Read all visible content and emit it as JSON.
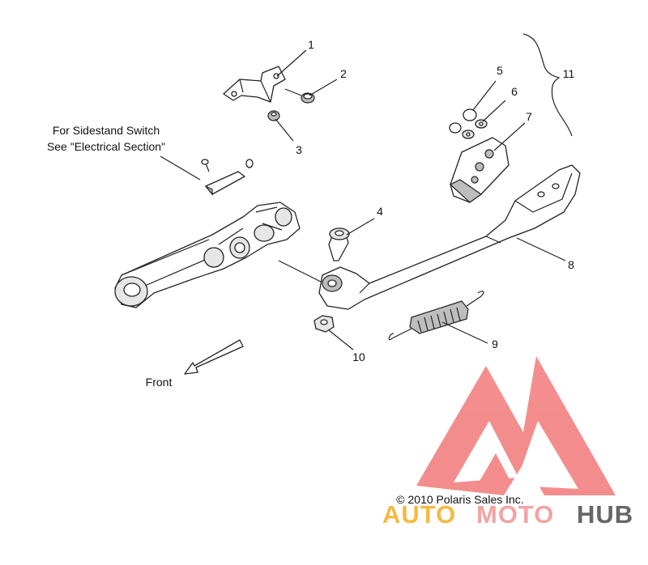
{
  "callouts": [
    "1",
    "2",
    "3",
    "4",
    "5",
    "6",
    "7",
    "8",
    "9",
    "10",
    "11"
  ],
  "notes": {
    "sidestand_line1": "For Sidestand Switch",
    "sidestand_line2": "See \"Electrical Section\"",
    "front": "Front"
  },
  "copyright": "© 2010 Polaris Sales Inc.",
  "watermark": {
    "word_a": "AUTO",
    "word_b": "MOTO",
    "word_c": "HUB",
    "colors": {
      "triangle": "#f27a7a",
      "auto": "#f5b942",
      "moto": "#f3a3a3",
      "hub": "#666666"
    }
  },
  "icons": [
    "front-arrow-icon",
    "watermark-logo-icon"
  ]
}
